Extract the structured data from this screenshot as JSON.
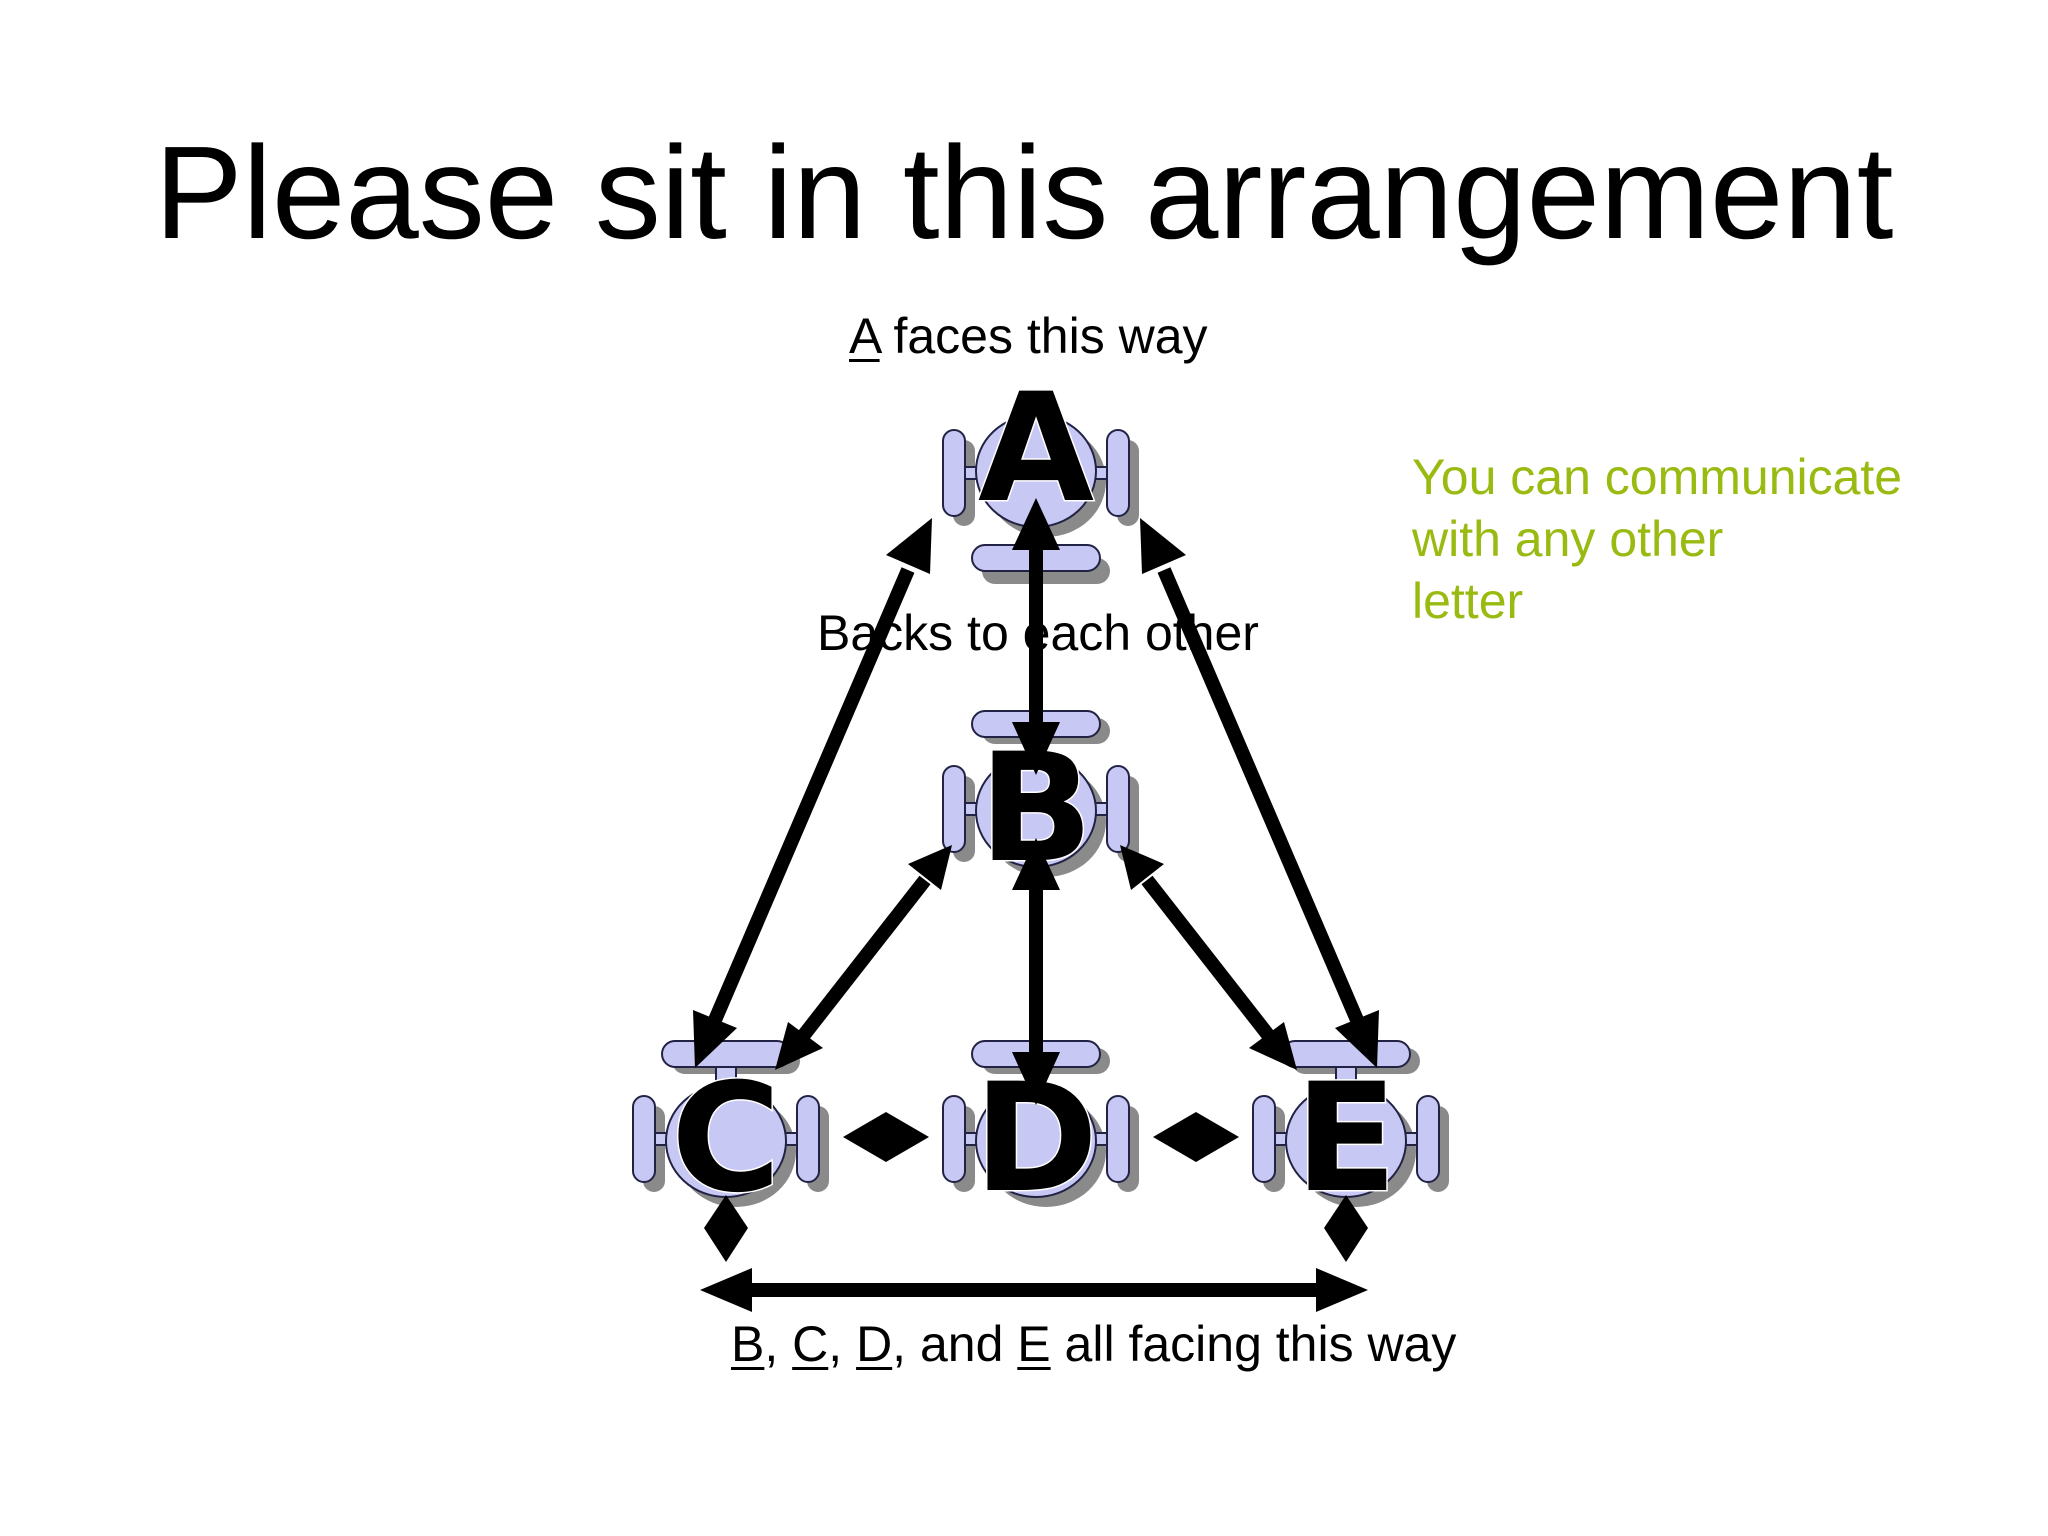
{
  "title": "Please sit in this arrangement",
  "labels": {
    "a_top": {
      "letter": "A",
      "rest": " faces this way"
    },
    "backs": "Backs to each other",
    "bottom": {
      "b": "B",
      "sep1": ", ",
      "c": "C",
      "sep2": ", ",
      "d": "D",
      "sep3": ", and ",
      "e": "E",
      "rest": " all facing this way"
    }
  },
  "note": {
    "lines": [
      "You can communicate",
      "with any other",
      "letter"
    ],
    "color": "#99bb11"
  },
  "seats": [
    {
      "id": "A",
      "letter": "A",
      "facing": "up"
    },
    {
      "id": "B",
      "letter": "B",
      "facing": "down"
    },
    {
      "id": "C",
      "letter": "C",
      "facing": "down"
    },
    {
      "id": "D",
      "letter": "D",
      "facing": "down"
    },
    {
      "id": "E",
      "letter": "E",
      "facing": "down"
    }
  ],
  "connections": [
    [
      "A",
      "B"
    ],
    [
      "A",
      "C"
    ],
    [
      "A",
      "E"
    ],
    [
      "B",
      "C"
    ],
    [
      "B",
      "D"
    ],
    [
      "B",
      "E"
    ],
    [
      "C",
      "D"
    ],
    [
      "D",
      "E"
    ],
    [
      "C",
      "E"
    ]
  ],
  "colors": {
    "chair_fill": "#c8c8f5",
    "chair_stroke": "#222244",
    "shadow": "#8a8a8a",
    "arrow": "#000000"
  }
}
